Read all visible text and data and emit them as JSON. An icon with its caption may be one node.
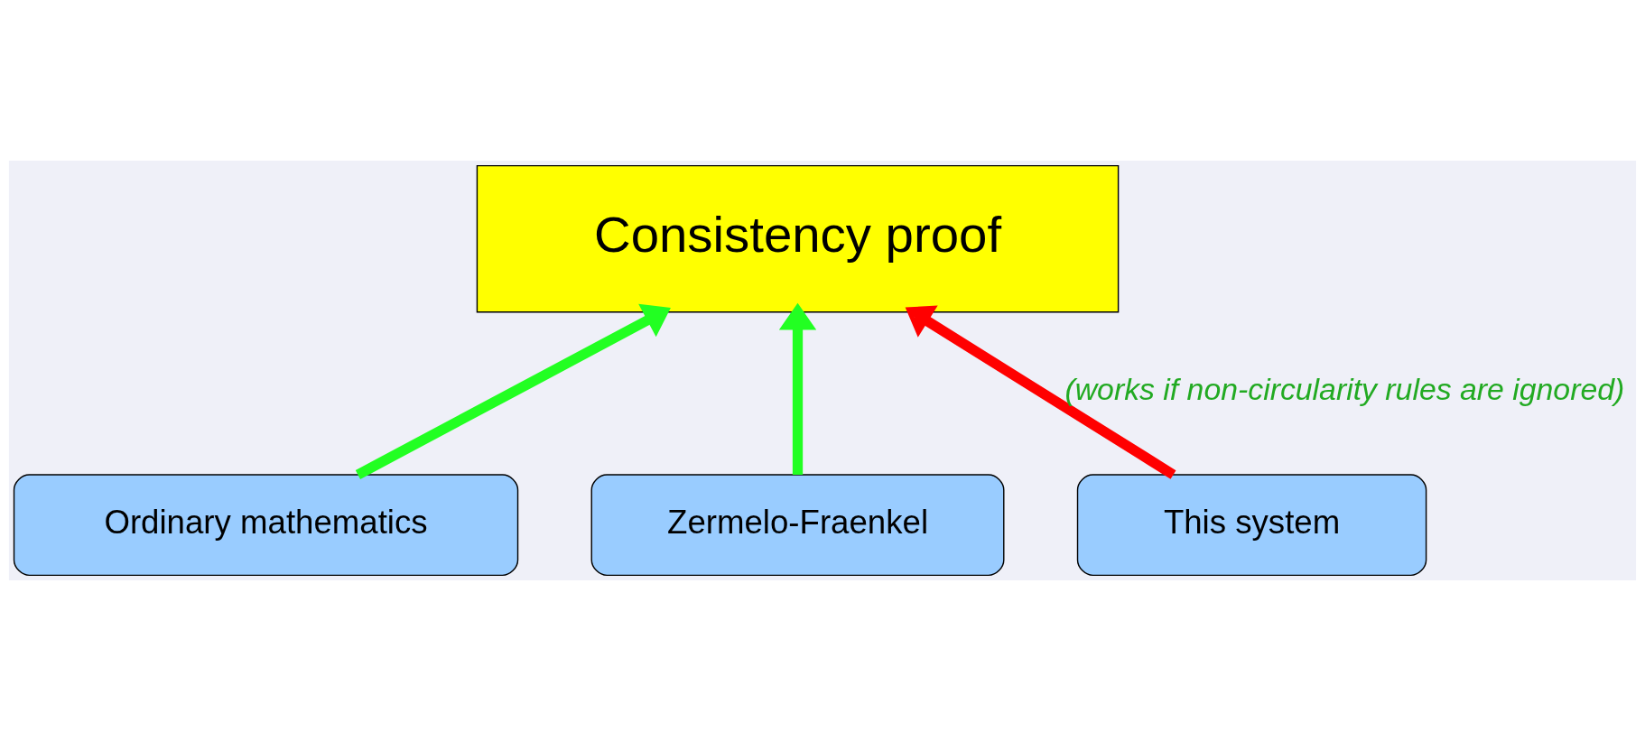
{
  "diagram": {
    "nodes": [
      {
        "text": [
          "Consistency proof"
        ]
      },
      {
        "text": [
          "Ordinary mathematics"
        ]
      },
      {
        "text": [
          "Zermelo-Fraenkel"
        ]
      },
      {
        "text": [
          "This system"
        ]
      }
    ],
    "edges": [
      {
        "from": 1,
        "to": 0,
        "arrow": "to",
        "color": "#22ff22"
      },
      {
        "from": 2,
        "to": 0,
        "arrow": "to",
        "color": "#22ff22"
      },
      {
        "from": 3,
        "to": 0,
        "arrow": "to",
        "color": "#ff0000",
        "label": "(works if non-circularity rules are ignored)"
      }
    ]
  }
}
